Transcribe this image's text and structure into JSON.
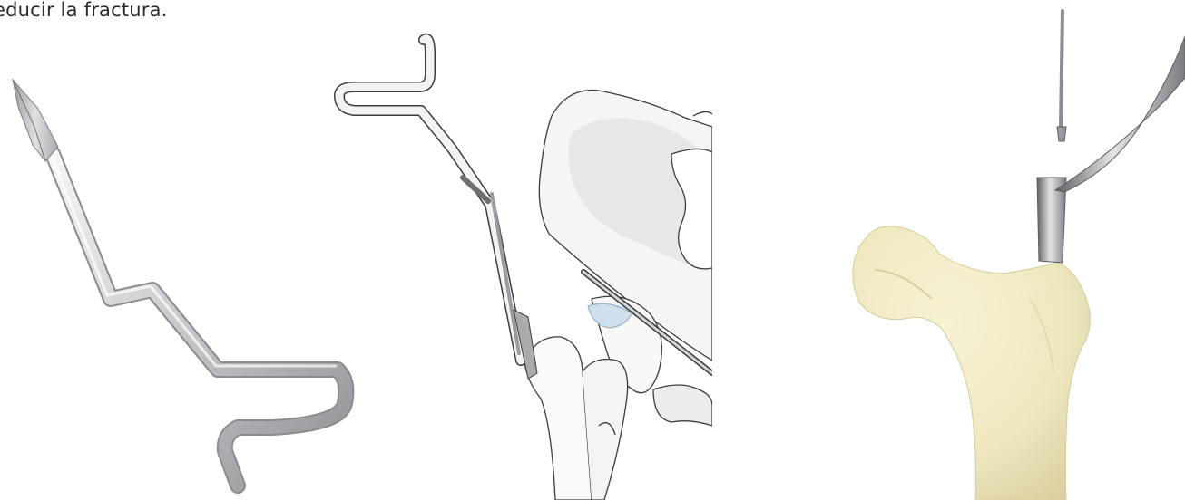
{
  "document": {
    "caption_text": "educir la fractura."
  },
  "figures": [
    {
      "name": "bone-hook-instrument",
      "icon": "bone-hook-icon"
    },
    {
      "name": "pelvis-hook-placement",
      "icon": "pelvis-hook-diagram-icon"
    },
    {
      "name": "femur-hook-reduction",
      "icon": "femur-hook-diagram-icon"
    }
  ],
  "colors": {
    "metal_light": "#e9eaec",
    "metal_mid": "#b9bbbe",
    "metal_dark": "#6d6f73",
    "bone_fill": "#f1ecc8",
    "bone_shadow": "#dcd3a2",
    "line_art": "#3c3c3c",
    "cartilage": "#cfe0ec"
  }
}
